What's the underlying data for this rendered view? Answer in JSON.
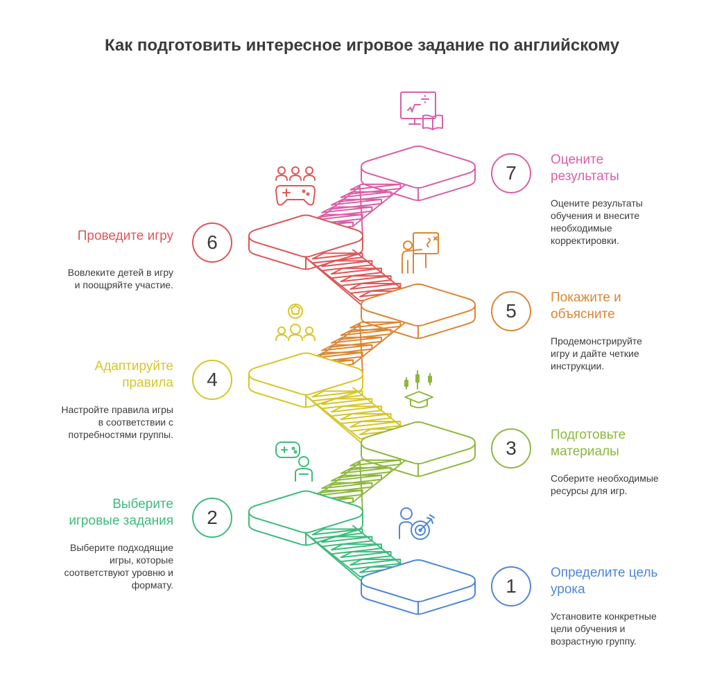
{
  "title": "Как подготовить интересное игровое задание по английскому",
  "steps": [
    {
      "num": "1",
      "title_lines": [
        "Определите цель",
        "урока"
      ],
      "desc_lines": [
        "Установите конкретные",
        "цели обучения и",
        "возрастную группу."
      ],
      "color": "#4f86d8",
      "icon": "target-person-icon"
    },
    {
      "num": "2",
      "title_lines": [
        "Выберите",
        "игровые задания"
      ],
      "desc_lines": [
        "Выберите подходящие",
        "игры, которые",
        "соответствуют уровню и",
        "формату."
      ],
      "color": "#3dbb7c",
      "icon": "gamepad-person-icon"
    },
    {
      "num": "3",
      "title_lines": [
        "Подготовьте",
        "материалы"
      ],
      "desc_lines": [
        "Соберите необходимые",
        "ресурсы для игр."
      ],
      "color": "#8db83e",
      "icon": "graduation-cap-icon"
    },
    {
      "num": "4",
      "title_lines": [
        "Адаптируйте",
        "правила"
      ],
      "desc_lines": [
        "Настройте правила игры",
        "в соответствии с",
        "потребностями группы."
      ],
      "color": "#d6c628",
      "icon": "team-ball-icon"
    },
    {
      "num": "5",
      "title_lines": [
        "Покажите и",
        "объясните"
      ],
      "desc_lines": [
        "Продемонстрируйте",
        "игру и дайте четкие",
        "инструкции."
      ],
      "color": "#db8633",
      "icon": "teacher-board-icon"
    },
    {
      "num": "6",
      "title_lines": [
        "Проведите игру"
      ],
      "desc_lines": [
        "Вовлеките детей в игру",
        "и поощряйте участие."
      ],
      "color": "#dd5656",
      "icon": "players-gamepad-icon"
    },
    {
      "num": "7",
      "title_lines": [
        "Оцените",
        "результаты"
      ],
      "desc_lines": [
        "Оцените результаты",
        "обучения и внесите",
        "необходимые",
        "корректировки."
      ],
      "color": "#d95fa6",
      "icon": "monitor-book-icon"
    }
  ]
}
